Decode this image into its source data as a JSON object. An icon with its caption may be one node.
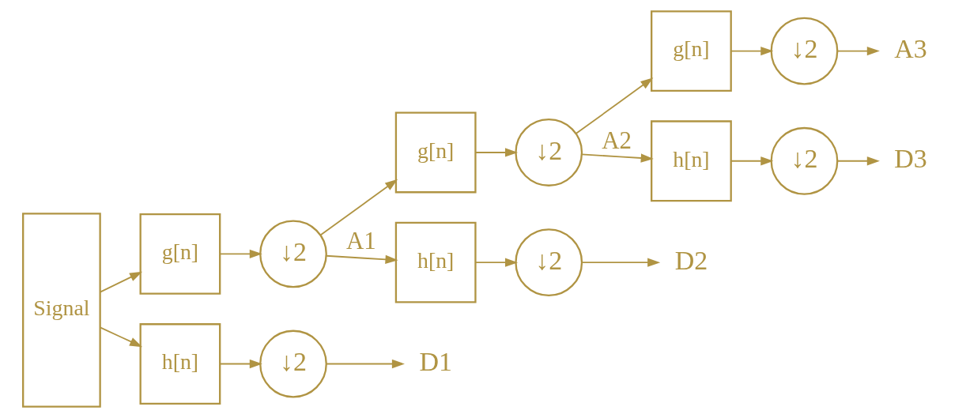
{
  "diagram": {
    "nodes": [
      {
        "text": [
          "Signal"
        ]
      },
      {
        "text": [
          "g[n]"
        ]
      },
      {
        "text": [
          "h[n]"
        ]
      },
      {
        "text": [
          "↓2"
        ]
      },
      {
        "text": [
          "↓2"
        ]
      },
      {
        "text": [
          "D1"
        ]
      },
      {
        "text": [
          "g[n]"
        ]
      },
      {
        "text": [
          "h[n]"
        ]
      },
      {
        "text": [
          "↓2"
        ]
      },
      {
        "text": [
          "↓2"
        ]
      },
      {
        "text": [
          "D2"
        ]
      },
      {
        "text": [
          "g[n]"
        ]
      },
      {
        "text": [
          "h[n]"
        ]
      },
      {
        "text": [
          "↓2"
        ]
      },
      {
        "text": [
          "↓2"
        ]
      },
      {
        "text": [
          "A3"
        ]
      },
      {
        "text": [
          "D3"
        ]
      }
    ],
    "edges": [
      {
        "from": 0,
        "to": 1,
        "arrow": "to"
      },
      {
        "from": 0,
        "to": 2,
        "arrow": "to"
      },
      {
        "from": 1,
        "to": 3,
        "arrow": "to"
      },
      {
        "from": 2,
        "to": 4,
        "arrow": "to"
      },
      {
        "from": 4,
        "to": 5,
        "arrow": "to"
      },
      {
        "from": 3,
        "to": 6,
        "arrow": "to"
      },
      {
        "from": 3,
        "to": 7,
        "arrow": "to",
        "label": "A1"
      },
      {
        "from": 6,
        "to": 8,
        "arrow": "to"
      },
      {
        "from": 7,
        "to": 9,
        "arrow": "to"
      },
      {
        "from": 9,
        "to": 10,
        "arrow": "to"
      },
      {
        "from": 8,
        "to": 11,
        "arrow": "to"
      },
      {
        "from": 8,
        "to": 12,
        "arrow": "to",
        "label": "A2"
      },
      {
        "from": 11,
        "to": 13,
        "arrow": "to"
      },
      {
        "from": 12,
        "to": 14,
        "arrow": "to"
      },
      {
        "from": 13,
        "to": 15,
        "arrow": "to"
      },
      {
        "from": 14,
        "to": 16,
        "arrow": "to"
      }
    ]
  }
}
